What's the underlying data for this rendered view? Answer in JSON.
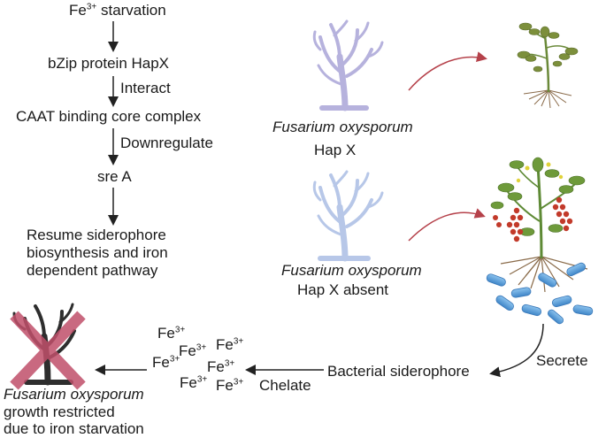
{
  "pathway": {
    "step1": {
      "base": "Fe",
      "sup": "3+",
      "rest": " starvation"
    },
    "step2": "bZip protein HapX",
    "link1": "Interact",
    "step3": "CAAT binding core complex",
    "link2": "Downregulate",
    "step4": "sre A",
    "step5": [
      "Resume siderophore",
      "biosynthesis and iron",
      "dependent pathway"
    ]
  },
  "fungus_top": {
    "name": "Fusarium oxysporum",
    "label": "Hap X"
  },
  "fungus_bottom": {
    "name": "Fusarium oxysporum",
    "label": "Hap X absent"
  },
  "secrete_label": "Secrete",
  "bacterial_label": "Bacterial siderophore",
  "chelate_label": "Chelate",
  "iron_ion": {
    "base": "Fe",
    "sup": "3+"
  },
  "restricted": {
    "name": "Fusarium oxysporum",
    "lines": [
      "growth restricted",
      "due to iron starvation"
    ]
  },
  "colors": {
    "arrow": "#222222",
    "curved_arrow": "#b5414a",
    "fungus_top": "#b6b2dd",
    "fungus_bottom": "#b7c7e8",
    "cross": "#c0506a",
    "bacteria": "#5c9fd6"
  }
}
